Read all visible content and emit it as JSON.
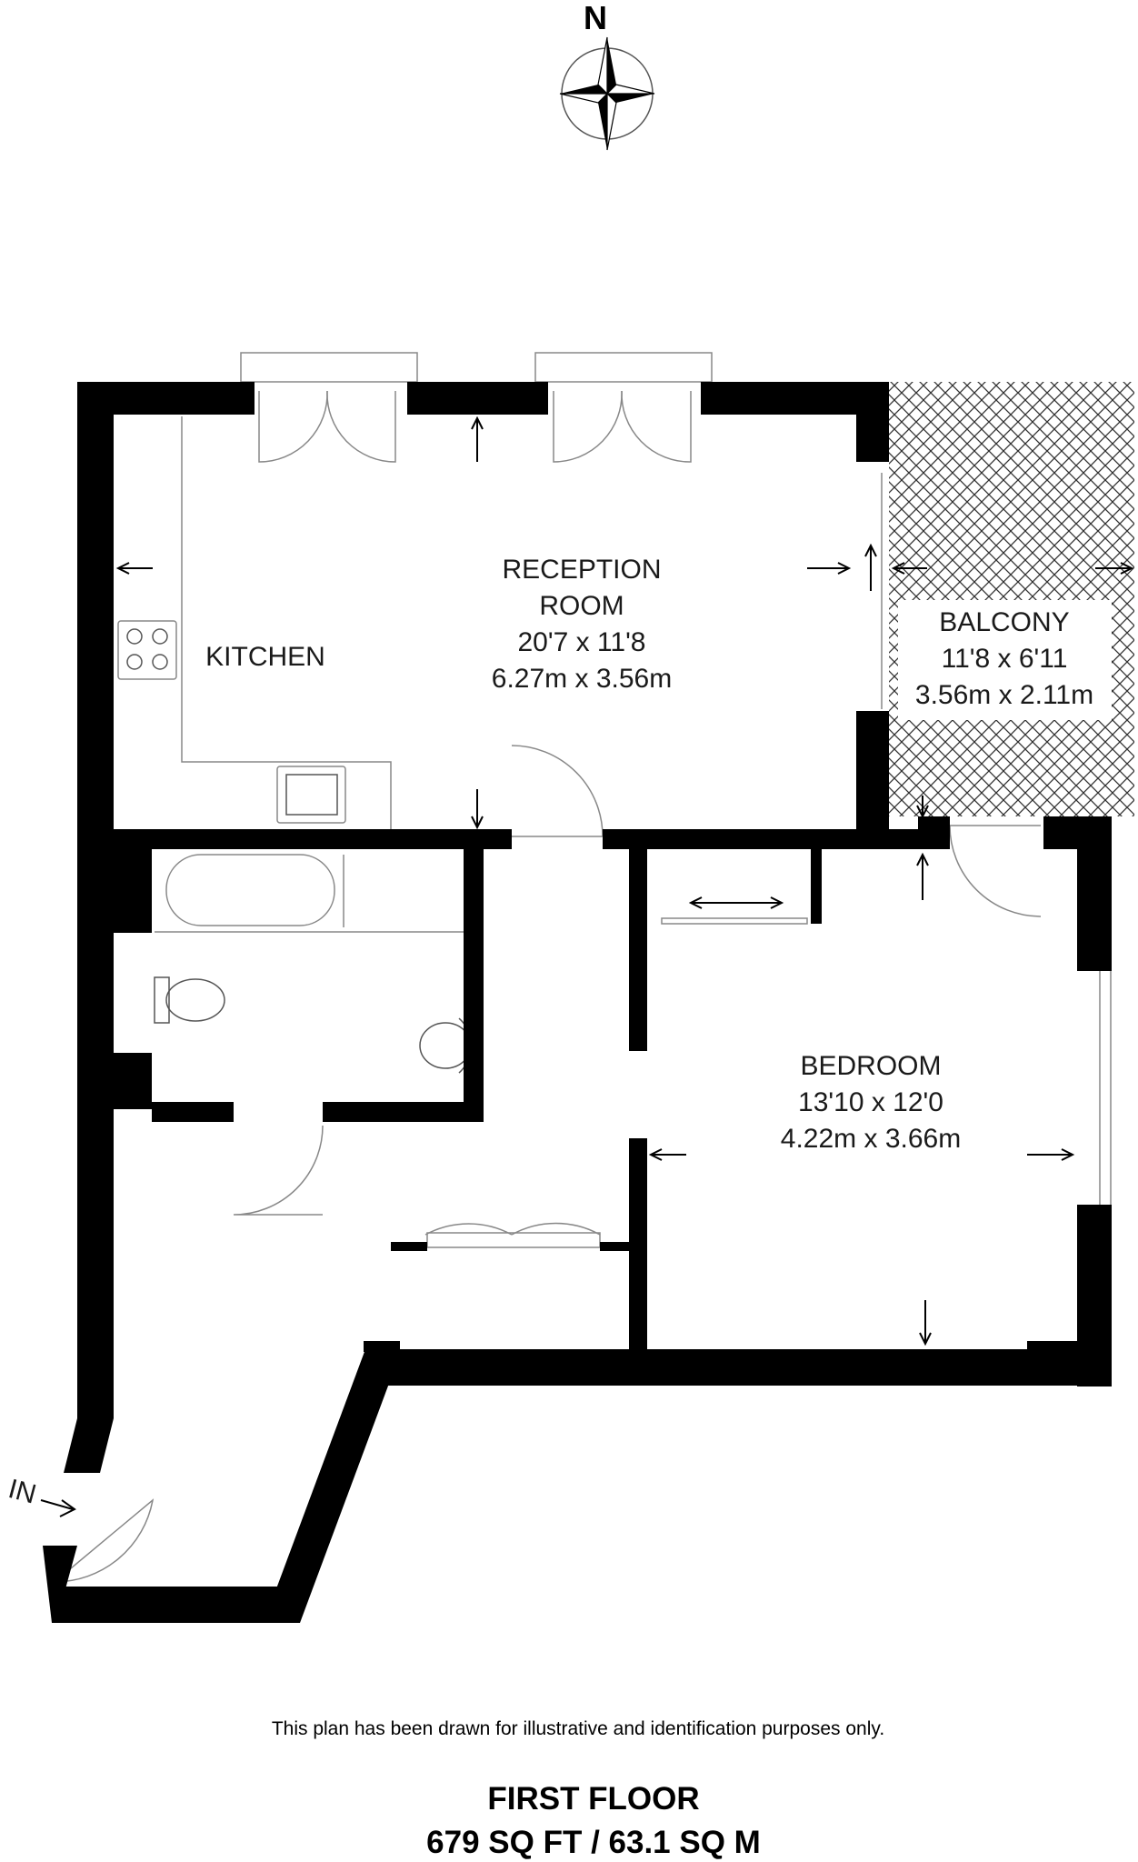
{
  "compass": {
    "label": "N"
  },
  "rooms": {
    "kitchen": {
      "name": "KITCHEN"
    },
    "reception": {
      "name_line1": "RECEPTION",
      "name_line2": "ROOM",
      "imperial": "20'7 x 11'8",
      "metric": "6.27m x 3.56m"
    },
    "balcony": {
      "name": "BALCONY",
      "imperial": "11'8 x 6'11",
      "metric": "3.56m x 2.11m"
    },
    "bedroom": {
      "name": "BEDROOM",
      "imperial": "13'10 x 12'0",
      "metric": "4.22m x 3.66m"
    }
  },
  "entrance": {
    "label": "IN"
  },
  "disclaimer": "This plan has been drawn for illustrative and identification purposes only.",
  "footer": {
    "floor": "FIRST FLOOR",
    "area": "679 SQ FT / 63.1 SQ M"
  }
}
